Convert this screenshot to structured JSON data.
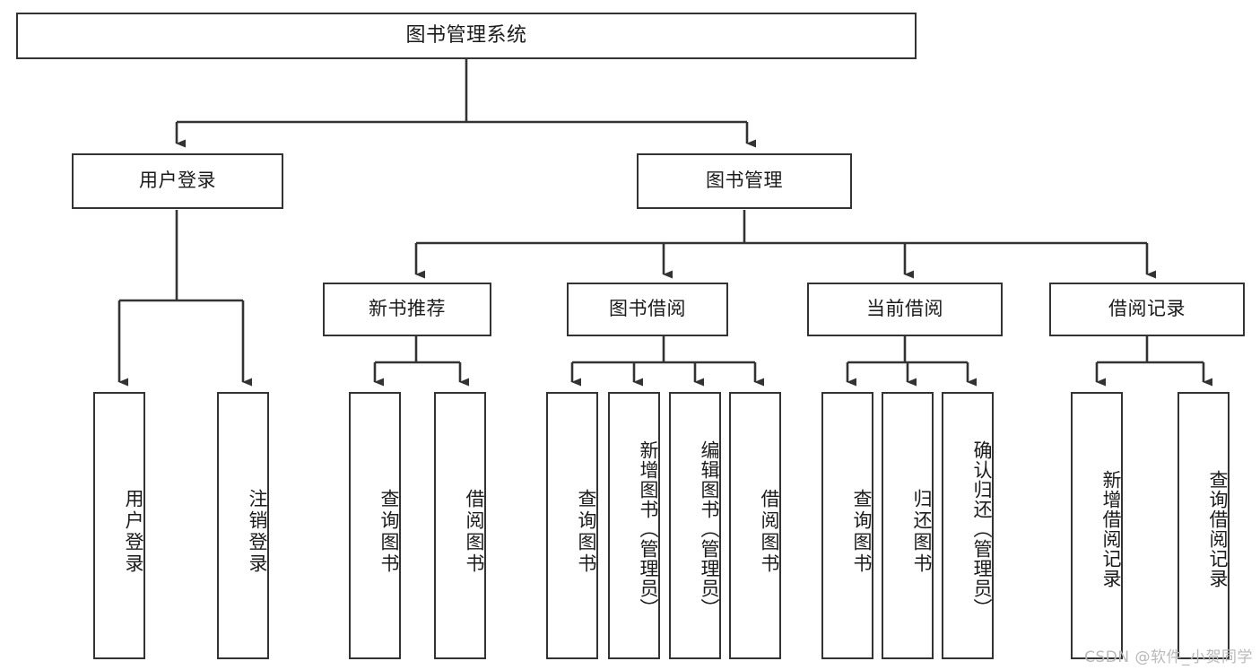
{
  "diagram": {
    "title": "图书管理系统",
    "watermark": "CSDN @软件_小贺同学",
    "line_color": "#333333",
    "box_border_color": "#333333",
    "box_fill": "#ffffff",
    "text_color": "#1b1b1b",
    "watermark_color": "#b9b9b9"
  },
  "nodes": {
    "root": {
      "label": "图书管理系统"
    },
    "level1": [
      {
        "label": "用户登录"
      },
      {
        "label": "图书管理"
      }
    ],
    "level2": [
      {
        "label": "新书推荐"
      },
      {
        "label": "图书借阅"
      },
      {
        "label": "当前借阅"
      },
      {
        "label": "借阅记录"
      }
    ],
    "leaves_user_login": [
      {
        "label": "用户登录"
      },
      {
        "label": "注销登录"
      }
    ],
    "leaves_new_book": [
      {
        "label": "查询图书"
      },
      {
        "label": "借阅图书"
      }
    ],
    "leaves_borrow": [
      {
        "label": "查询图书"
      },
      {
        "label": "新增图书（管理员）"
      },
      {
        "label": "编辑图书（管理员）"
      },
      {
        "label": "借阅图书"
      }
    ],
    "leaves_current": [
      {
        "label": "查询图书"
      },
      {
        "label": "归还图书"
      },
      {
        "label": "确认归还（管理员）"
      }
    ],
    "leaves_record": [
      {
        "label": "新增借阅记录"
      },
      {
        "label": "查询借阅记录"
      }
    ]
  }
}
